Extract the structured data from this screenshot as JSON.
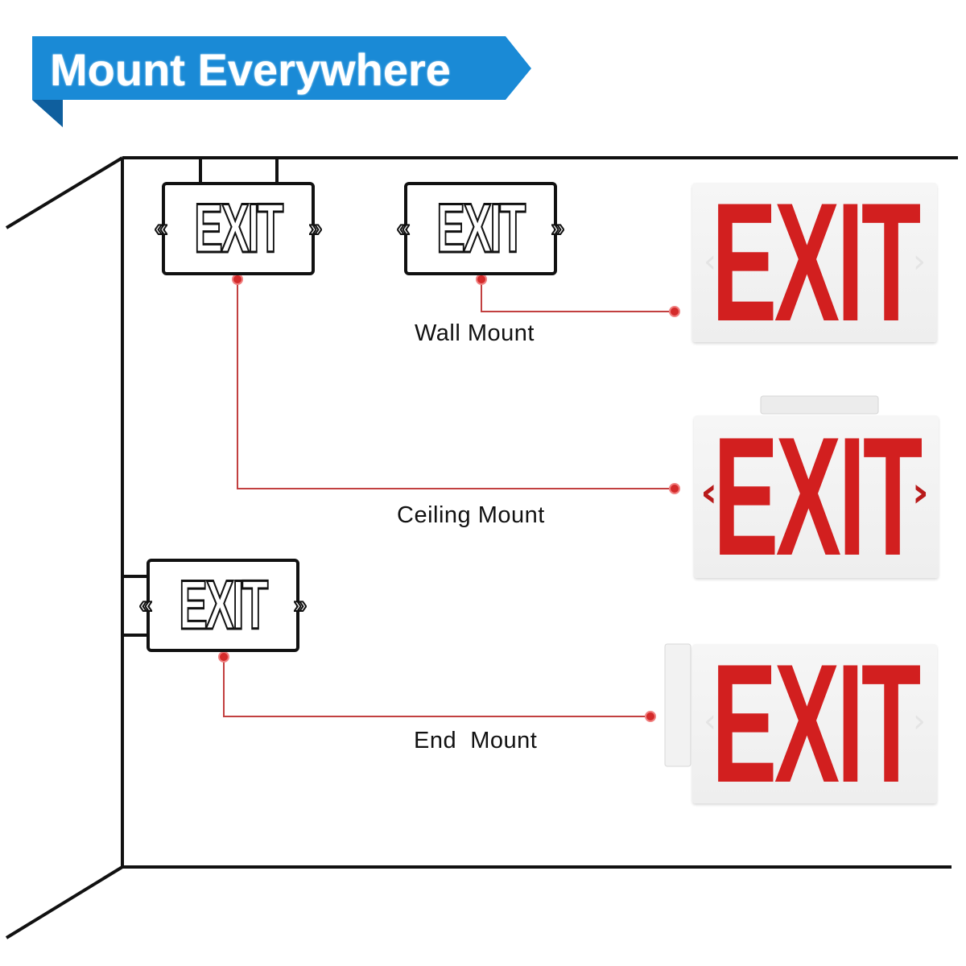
{
  "banner": {
    "title": "Mount Everywhere",
    "color": "#1a8ad6"
  },
  "mount_types": [
    {
      "label": "Wall Mount"
    },
    {
      "label": "Ceiling Mount"
    },
    {
      "label": "End  Mount"
    }
  ],
  "signs": {
    "text": "EXIT",
    "left_arrow": "«",
    "right_arrow": "»",
    "red_left_arrow": "‹",
    "red_right_arrow": "›",
    "faint_left": "‹",
    "faint_right": "›"
  },
  "colors": {
    "exit_red": "#d21f1f",
    "connector": "#c24040",
    "wall_line": "#111111"
  }
}
